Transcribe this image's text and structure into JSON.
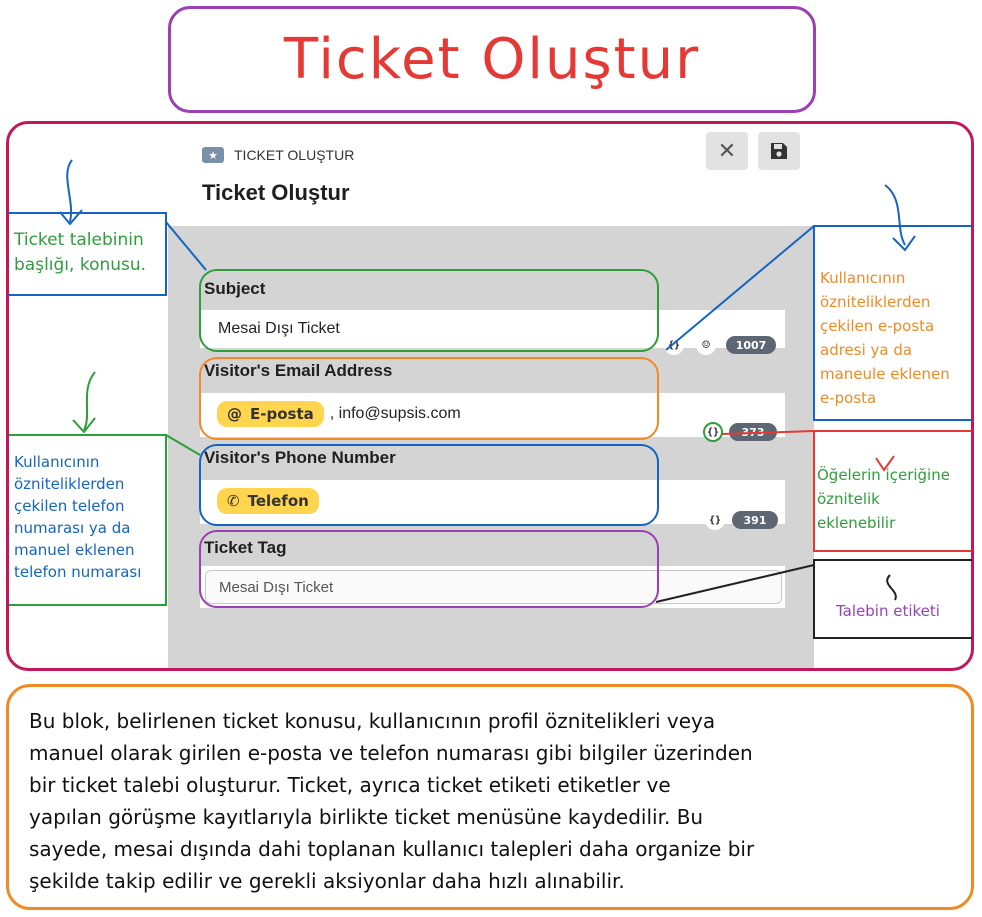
{
  "title": "Ticket Oluştur",
  "header": {
    "breadcrumb": "TICKET OLUŞTUR",
    "title": "Ticket Oluştur",
    "star_icon": "star-icon",
    "close_icon": "close-icon",
    "save_icon": "save-icon"
  },
  "fields": {
    "subject": {
      "label": "Subject",
      "value": "Mesai Dışı Ticket",
      "count": "1007"
    },
    "email": {
      "label": "Visitor's Email Address",
      "pill": "E-posta",
      "pill_icon": "@",
      "value": ", info@supsis.com",
      "count": "373"
    },
    "phone": {
      "label": "Visitor's Phone Number",
      "pill": "Telefon",
      "pill_icon": "phone-icon",
      "count": "391"
    },
    "tag": {
      "label": "Ticket Tag",
      "placeholder": "Mesai Dışı Ticket"
    }
  },
  "annotations": {
    "subject_note": [
      "Ticket talebinin",
      "başlığı, konusu."
    ],
    "phone_note": [
      "Kullanıcının",
      "özniteliklerden",
      "çekilen telefon",
      "numarası ya da",
      "manuel eklenen",
      "telefon numarası"
    ],
    "email_note": [
      "Kullanıcının",
      "özniteliklerden",
      "çekilen e-posta",
      "adresi ya da",
      "maneule eklenen",
      "e-posta"
    ],
    "attr_note": [
      "Öğelerin içeriğine",
      "öznitelik",
      "eklenebilir"
    ],
    "tag_note": "Talebin etiketi"
  },
  "description": [
    "Bu blok, belirlenen ticket konusu, kullanıcının profil öznitelikleri veya",
    "manuel olarak girilen e-posta ve telefon numarası gibi bilgiler üzerinden",
    "bir ticket talebi oluşturur. Ticket, ayrıca ticket etiketi etiketler ve",
    "yapılan görüşme kayıtlarıyla birlikte ticket menüsüne kaydedilir. Bu",
    "sayede, mesai dışında dahi toplanan kullanıcı talepleri daha organize bir",
    "şekilde takip edilir ve gerekli aksiyonlar daha hızlı alınabilir."
  ],
  "colors": {
    "title": "#e53935",
    "title_border": "#9b3fb5",
    "frame": "#c2185b",
    "green": "#2e9e3a",
    "orange": "#f08a24",
    "blue": "#1565c0",
    "purple": "#9b3fb5",
    "red": "#e53935"
  }
}
